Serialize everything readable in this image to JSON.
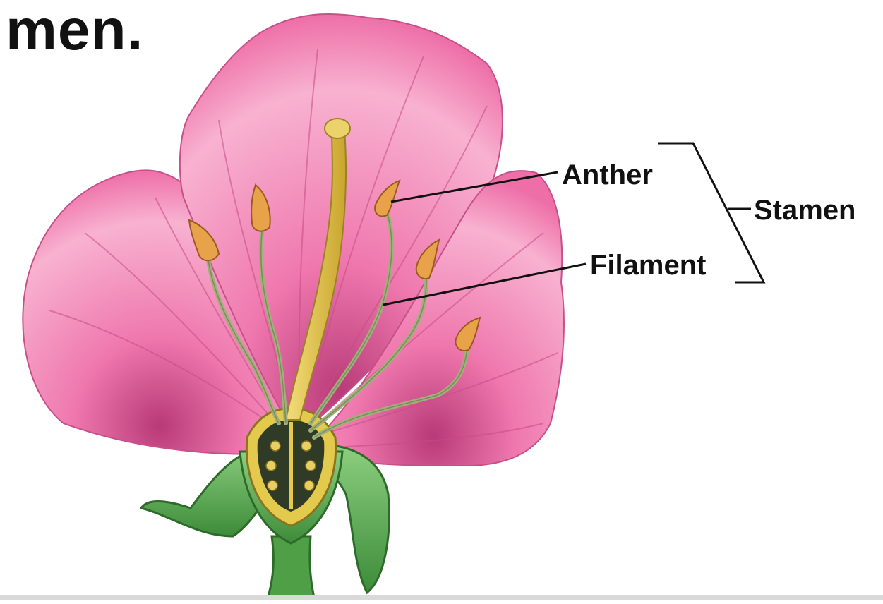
{
  "heading": "men.",
  "labels": {
    "anther": "Anther",
    "filament": "Filament",
    "stamen": "Stamen"
  },
  "colors": {
    "petal": "#ee6fa8",
    "petal_light": "#f8b7d2",
    "petal_vein": "#c94b87",
    "filament": "#a8b87a",
    "anther": "#e8a24a",
    "style": "#e3c94c",
    "sepal": "#5fb45a",
    "ovary": "#2f3b27",
    "ovule": "#e8cf63",
    "line": "#111111"
  }
}
